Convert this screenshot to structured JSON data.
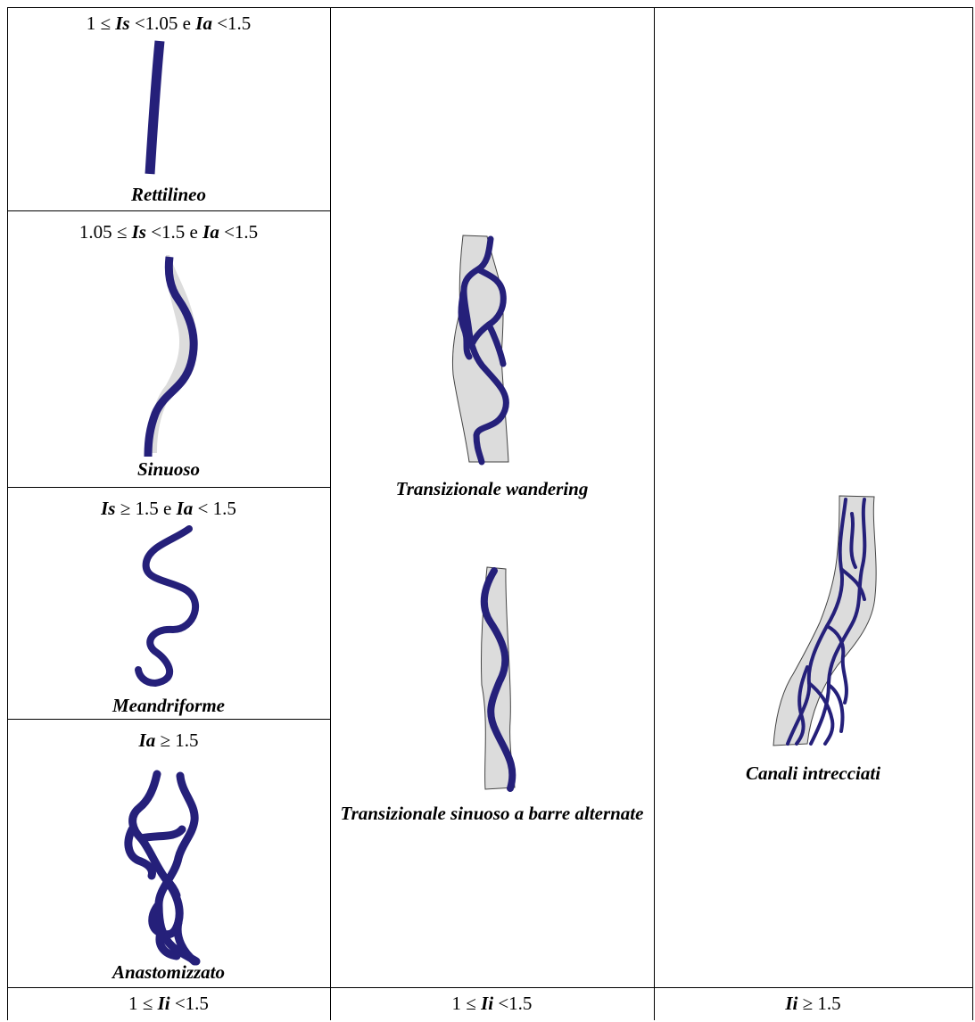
{
  "colors": {
    "channel": "#25207a",
    "bar": "#dcdcdc",
    "line": "#000000"
  },
  "cells": {
    "rettilineo": {
      "cond": {
        "pre": "1 ≤ ",
        "v1": "Is",
        "mid": " <1.05 e ",
        "v2": "Ia",
        "post": " <1.5"
      },
      "label": "Rettilineo"
    },
    "sinuoso": {
      "cond": {
        "pre": "1.05 ≤ ",
        "v1": "Is",
        "mid": " <1.5 e ",
        "v2": "Ia",
        "post": " <1.5"
      },
      "label": "Sinuoso"
    },
    "meandriforme": {
      "cond": {
        "pre": "",
        "v1": "Is",
        "mid": " ≥ 1.5 e ",
        "v2": "Ia",
        "post": " < 1.5"
      },
      "label": "Meandriforme"
    },
    "anastomizzato": {
      "cond": {
        "pre": "",
        "v1": "Ia",
        "mid": " ≥ 1.5",
        "v2": "",
        "post": ""
      },
      "label": "Anastomizzato"
    },
    "wandering": {
      "label": "Transizionale wandering"
    },
    "barre": {
      "label": "Transizionale sinuoso a barre alternate"
    },
    "intrecciati": {
      "label": "Canali intrecciati"
    }
  },
  "bottom": [
    {
      "pre": "1 ≤ ",
      "var": "Ii",
      "post": " <1.5"
    },
    {
      "pre": "1 ≤ ",
      "var": "Ii",
      "post": " <1.5"
    },
    {
      "pre": "",
      "var": "Ii",
      "post": " ≥ 1.5"
    }
  ]
}
